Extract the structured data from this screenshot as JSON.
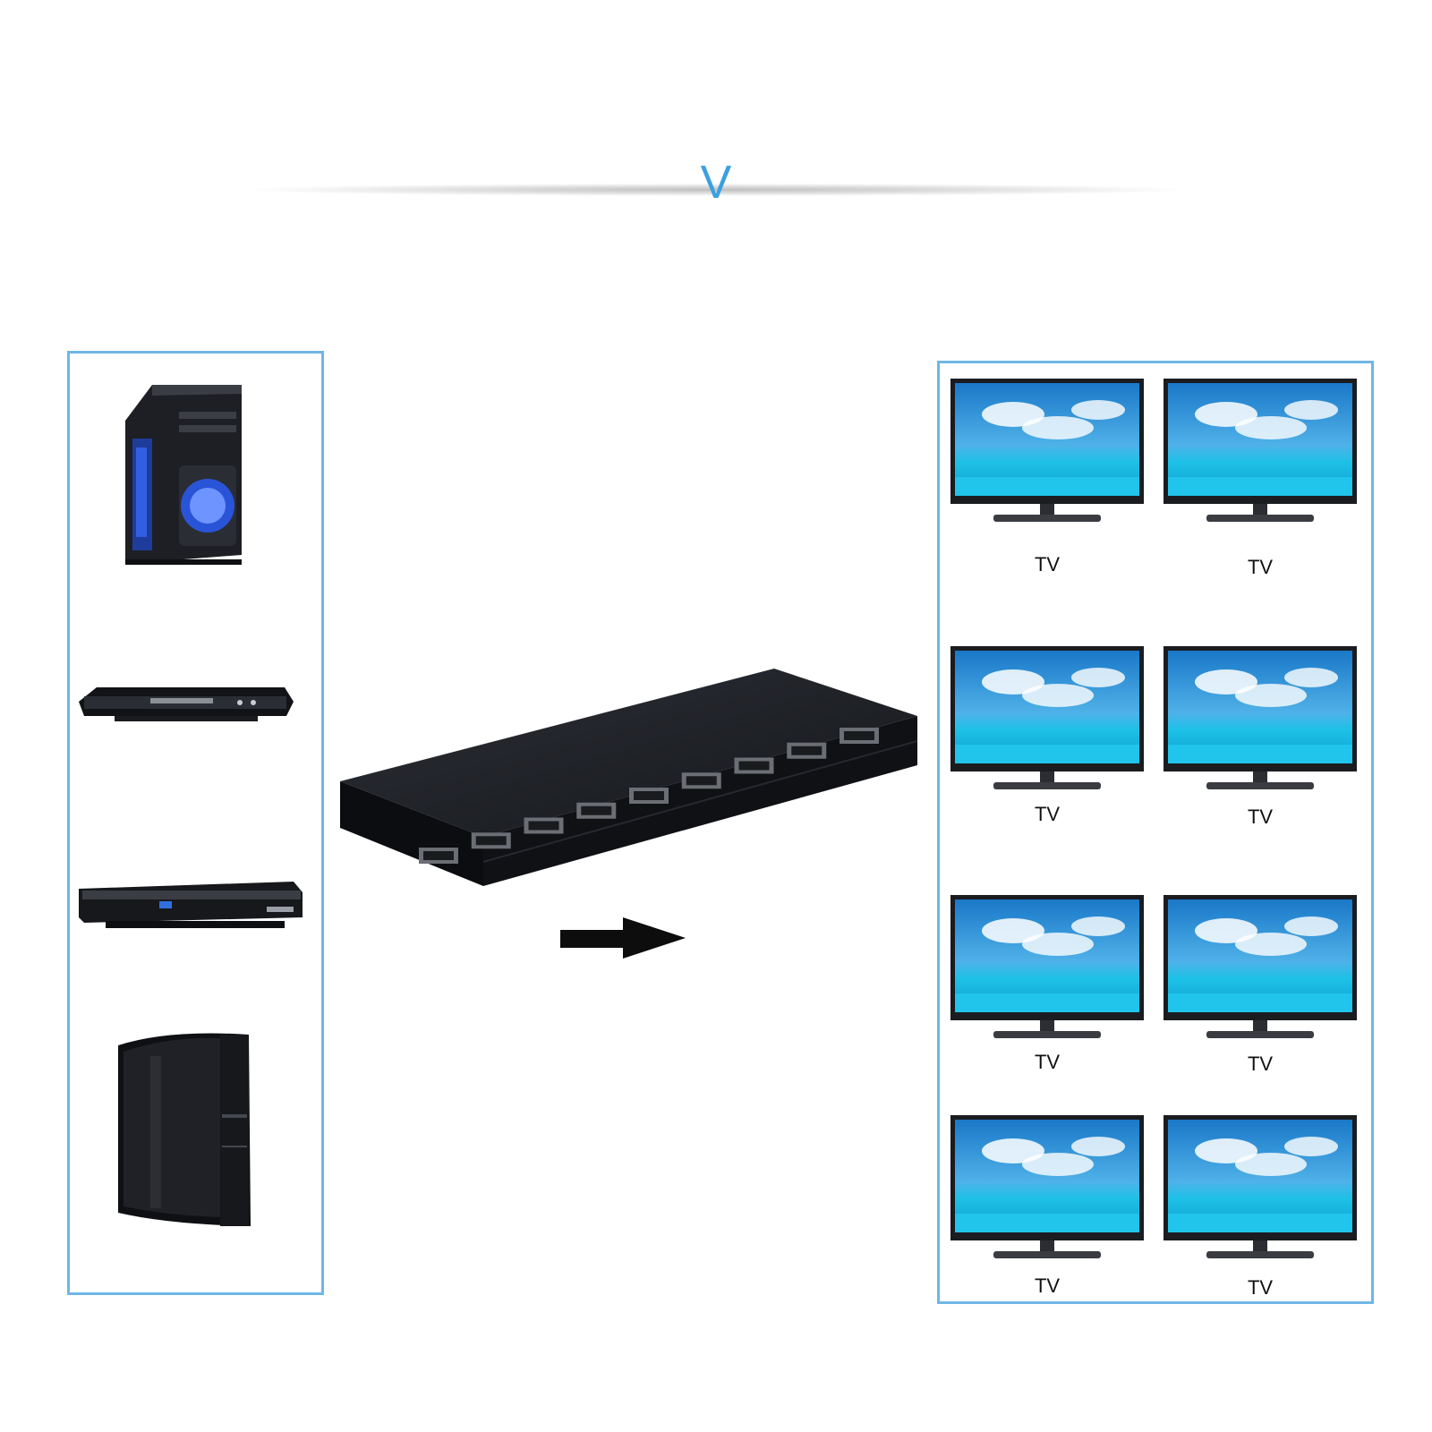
{
  "header": {
    "mark": "V"
  },
  "sources": [
    {
      "name": "pc-tower-icon"
    },
    {
      "name": "dvd-player-icon"
    },
    {
      "name": "set-top-box-icon"
    },
    {
      "name": "game-console-icon"
    }
  ],
  "device": {
    "name": "hdmi-splitter-icon",
    "port_count": 9
  },
  "arrow": {
    "icon": "right-arrow-icon"
  },
  "outputs": [
    {
      "label": "TV"
    },
    {
      "label": "TV"
    },
    {
      "label": "TV"
    },
    {
      "label": "TV"
    },
    {
      "label": "TV"
    },
    {
      "label": "TV"
    },
    {
      "label": "TV"
    },
    {
      "label": "TV"
    }
  ],
  "colors": {
    "accent": "#6fb7e6",
    "mark": "#3aa0e0",
    "screen": "#1aa6de"
  }
}
